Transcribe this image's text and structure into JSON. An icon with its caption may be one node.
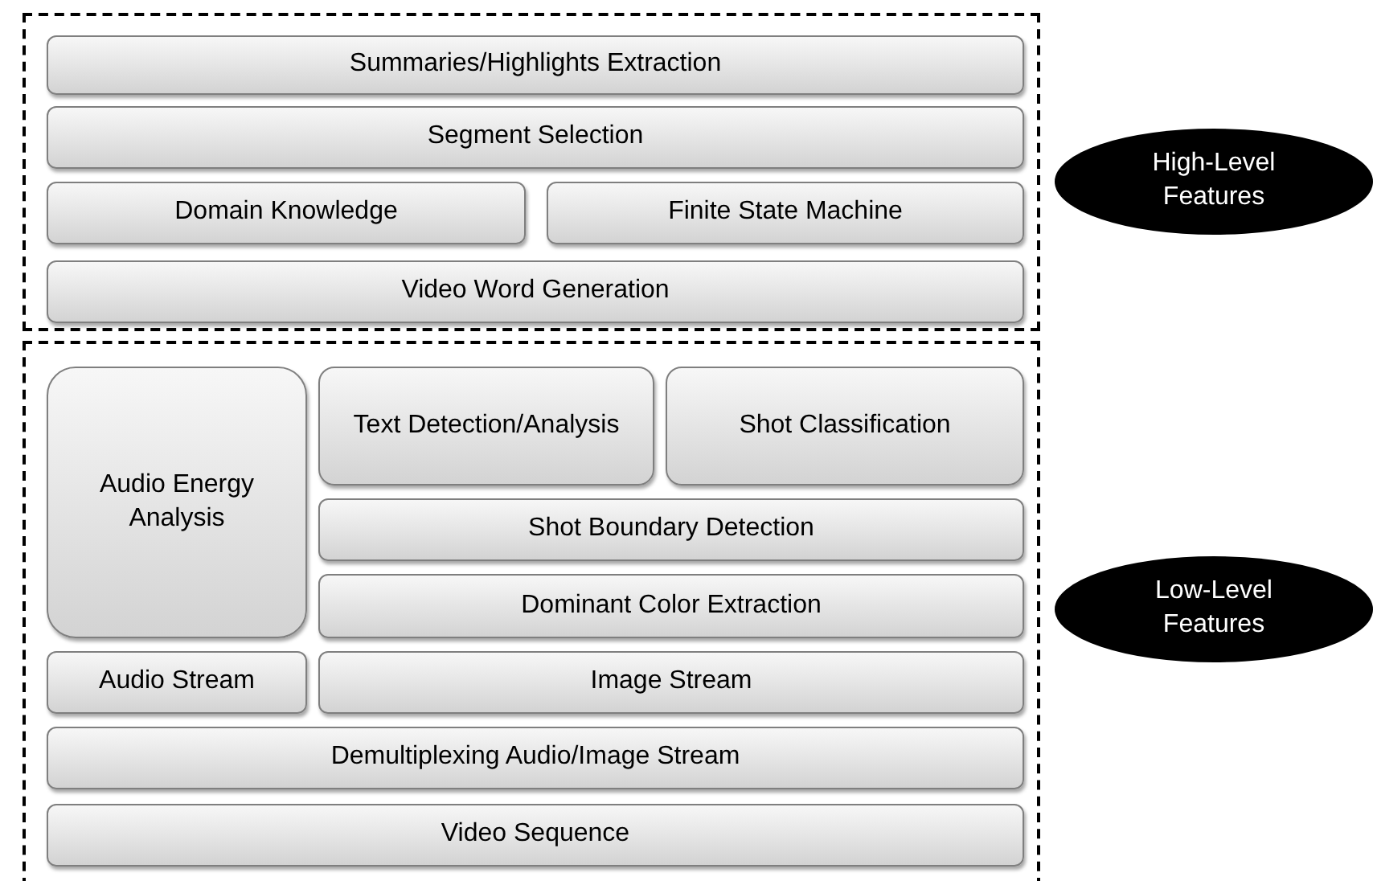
{
  "diagram": {
    "nodes": [
      {
        "text": [],
        "shape": "box"
      },
      {
        "text": [
          "Summaries/Highlights Extraction"
        ],
        "in": 0
      },
      {
        "text": [
          "Segment Selection"
        ],
        "in": 0
      },
      {
        "text": [
          "Domain Knowledge"
        ],
        "in": 0
      },
      {
        "text": [
          "Finite State Machine"
        ],
        "in": 0
      },
      {
        "text": [
          "Video Word Generation"
        ],
        "in": 0
      },
      {
        "text": [
          "High-Level Features"
        ]
      },
      {
        "text": [],
        "shape": "box"
      },
      {
        "text": [
          "Audio Energy Analysis"
        ],
        "in": 7
      },
      {
        "text": [
          "Text Detection/Analysis"
        ],
        "in": 7
      },
      {
        "text": [
          "Shot Classification"
        ],
        "in": 7
      },
      {
        "text": [
          "Shot Boundary Detection"
        ],
        "in": 7
      },
      {
        "text": [
          "Dominant Color Extraction"
        ],
        "in": 7
      },
      {
        "text": [
          "Audio Stream"
        ],
        "in": 7
      },
      {
        "text": [
          "Image Stream"
        ],
        "in": 7
      },
      {
        "text": [
          "Demultiplexing Audio/Image Stream"
        ],
        "in": 7
      },
      {
        "text": [
          "Video Sequence"
        ],
        "in": 7
      },
      {
        "text": [
          "Low-Level Features"
        ]
      }
    ]
  }
}
